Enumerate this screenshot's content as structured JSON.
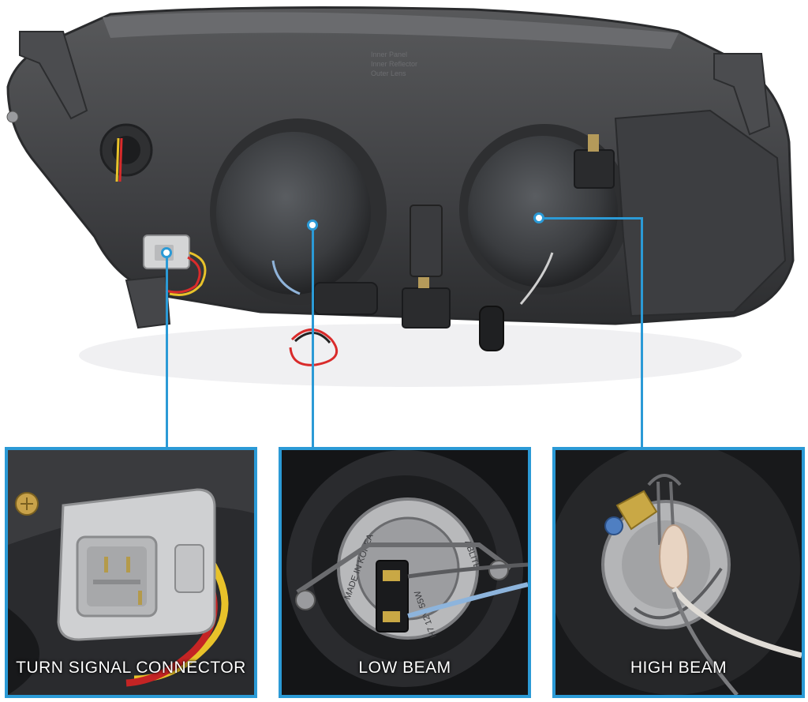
{
  "accent_color": "#2b9ad6",
  "housing_labels": [
    "Inner Panel",
    "Inner Reflector",
    "Outer Lens"
  ],
  "panels": [
    {
      "caption": "TURN SIGNAL CONNECTOR",
      "icon": "connector-photo"
    },
    {
      "caption": "LOW BEAM",
      "icon": "low-beam-bulb-photo"
    },
    {
      "caption": "HIGH BEAM",
      "icon": "high-beam-bulb-photo"
    }
  ],
  "bulb_text": [
    "ABLITE",
    "H7 12V 55W",
    "MADE IN KOREA"
  ]
}
